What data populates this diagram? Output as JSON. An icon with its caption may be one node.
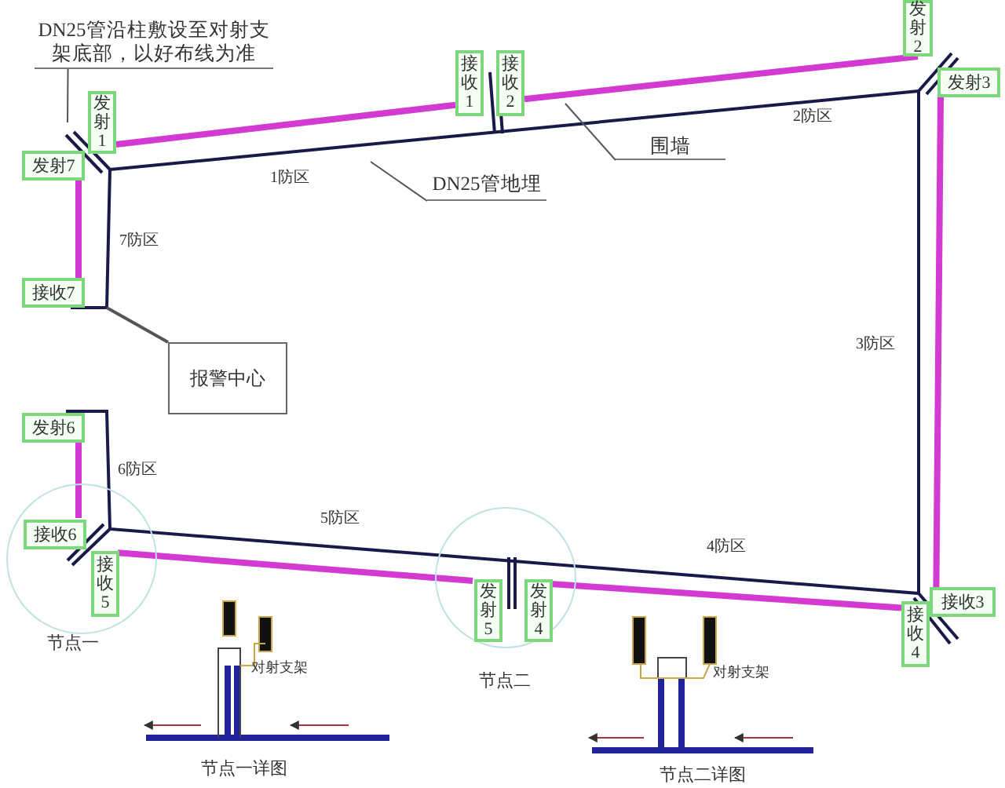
{
  "diagram": {
    "nodes": [
      {
        "text": [
          "DN25管沿柱敷设至对射支架底部，以好布线为准"
        ]
      },
      {
        "text": [
          "接收1"
        ]
      },
      {
        "text": [
          "接收2"
        ]
      },
      {
        "text": [
          "发射2"
        ]
      },
      {
        "text": [
          "发射1"
        ]
      },
      {
        "text": [
          "发射3"
        ]
      },
      {
        "text": [
          "发射7"
        ]
      },
      {
        "text": [
          "DN25管地埋"
        ]
      },
      {
        "text": [
          "围墙"
        ]
      },
      {
        "text": [
          "接收7"
        ]
      },
      {
        "text": [
          "报警中心"
        ]
      },
      {
        "text": [
          "发射6"
        ]
      },
      {
        "text": [],
        "shape": "circle",
        "beside": [
          "节点一"
        ]
      },
      {
        "text": [
          "接收6"
        ],
        "in": 12
      },
      {
        "text": [
          "接收5"
        ],
        "in": 12
      },
      {
        "text": [],
        "shape": "circle",
        "beside": [
          "节点二"
        ]
      },
      {
        "text": [
          "发射5"
        ],
        "in": 15
      },
      {
        "text": [
          "发射4"
        ],
        "in": 15
      },
      {
        "text": [
          "接收3"
        ]
      },
      {
        "text": [
          "接收4"
        ]
      }
    ],
    "edges": [
      {
        "from": 0,
        "to": null,
        "arrow": "none",
        "color": "#555555"
      },
      {
        "from": 7,
        "to": null,
        "arrow": "none",
        "color": "#555555"
      },
      {
        "from": 8,
        "to": null,
        "arrow": "none",
        "color": "#555555"
      },
      {
        "from": 10,
        "to": null,
        "arrow": "none",
        "color": "#555555"
      },
      {
        "from": 4,
        "to": 1,
        "arrow": "none"
      },
      {
        "from": 3,
        "to": 2,
        "arrow": "none"
      },
      {
        "from": 5,
        "to": 18,
        "arrow": "none"
      },
      {
        "from": 17,
        "to": 19,
        "arrow": "none"
      },
      {
        "from": 16,
        "to": 14,
        "arrow": "none"
      },
      {
        "from": 11,
        "to": 13,
        "arrow": "none"
      },
      {
        "from": 6,
        "to": 9,
        "arrow": "none"
      }
    ],
    "labels": [
      "2防区",
      "1防区",
      "7防区",
      "3防区",
      "6防区",
      "5防区",
      "4防区",
      "对射支架",
      "对射支架",
      "节点一详图",
      "节点二详图"
    ]
  }
}
